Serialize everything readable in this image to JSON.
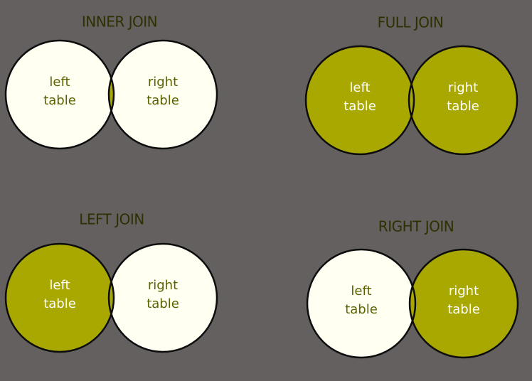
{
  "colors": {
    "background": "#646060",
    "included": "#a8a800",
    "excluded": "#fffff2",
    "outline": "#0d0d0d",
    "title_text": "#2d3000",
    "label_on_excluded": "#5c6100",
    "label_on_included": "#ffffff"
  },
  "diagrams": [
    {
      "title": "INNER JOIN",
      "left_label": [
        "left",
        "table"
      ],
      "right_label": [
        "right",
        "table"
      ],
      "left_only_included": false,
      "overlap_included": true,
      "right_only_included": false
    },
    {
      "title": "FULL JOIN",
      "left_label": [
        "left",
        "table"
      ],
      "right_label": [
        "right",
        "table"
      ],
      "left_only_included": true,
      "overlap_included": true,
      "right_only_included": true
    },
    {
      "title": "LEFT JOIN",
      "left_label": [
        "left",
        "table"
      ],
      "right_label": [
        "right",
        "table"
      ],
      "left_only_included": true,
      "overlap_included": true,
      "right_only_included": false
    },
    {
      "title": "RIGHT JOIN",
      "left_label": [
        "left",
        "table"
      ],
      "right_label": [
        "right",
        "table"
      ],
      "left_only_included": false,
      "overlap_included": true,
      "right_only_included": true
    }
  ]
}
